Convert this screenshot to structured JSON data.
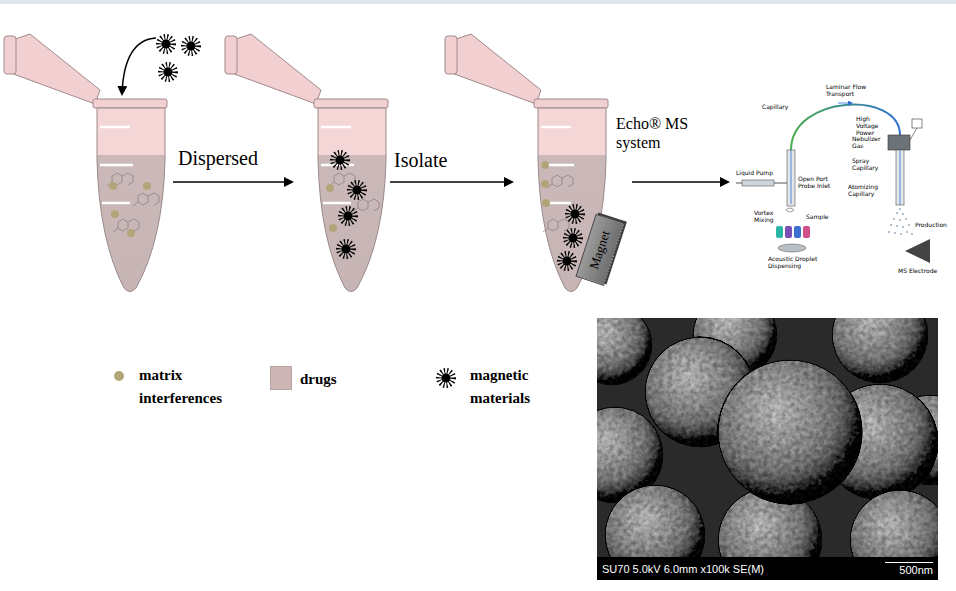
{
  "diagram": {
    "nodes": [
      {
        "text": [
          "Magnet"
        ]
      },
      {
        "text": [
          "SU70 5.0kV 6.0mm x100k SE(M)",
          "500nm"
        ]
      }
    ],
    "labels": [
      "Dispersed",
      "Isolate",
      "Echo® MS system",
      "Capillary",
      "Laminar Flow Transport",
      "High Voltage Power",
      "Nebulizer Gas",
      "Liquid Pump",
      "Open Port Probe Inlet",
      "Spray Capillary",
      "Atomizing Capillary",
      "Vortex Mixing",
      "Sample",
      "Acoustic Droplet Dispensing",
      "Production",
      "MS Electrode"
    ],
    "legend": [
      {
        "text": "matrix interferences",
        "color": "#b3a57a"
      },
      {
        "text": "drugs",
        "color": "#cdb5b5"
      },
      {
        "text": "magnetic materials"
      }
    ]
  }
}
